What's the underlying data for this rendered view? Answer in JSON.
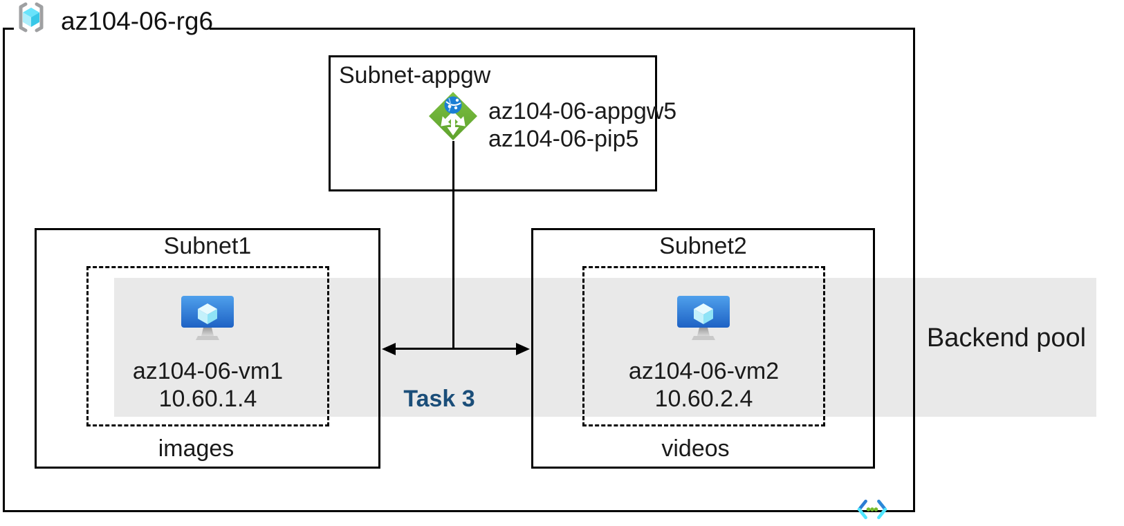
{
  "diagram": {
    "resource_group": {
      "name": "az104-06-rg6"
    },
    "appgw_subnet": {
      "label": "Subnet-appgw",
      "app_gateway_name": "az104-06-appgw5",
      "public_ip_name": "az104-06-pip5"
    },
    "subnet1": {
      "label": "Subnet1",
      "vm_name": "az104-06-vm1",
      "vm_ip": "10.60.1.4",
      "content_label": "images"
    },
    "subnet2": {
      "label": "Subnet2",
      "vm_name": "az104-06-vm2",
      "vm_ip": "10.60.2.4",
      "content_label": "videos"
    },
    "backend_pool_label": "Backend pool",
    "task_label": "Task 3",
    "colors": {
      "line_black": "#000000",
      "task_accent": "#1B4E79",
      "backend_pool_band": "#E9E9E9",
      "appgw_green": "#6FB53C",
      "appgw_globe_blue": "#1B7FD4",
      "vm_screen_blue_top": "#4FA0EC",
      "vm_screen_blue_bottom": "#1E62C4",
      "rg_cube_cyan": "#50E6FF",
      "vnet_chevron_blue": "#2B7CD3",
      "vnet_chevron_cyan": "#50E6FF",
      "vnet_dot_green": "#76BC2D"
    }
  }
}
